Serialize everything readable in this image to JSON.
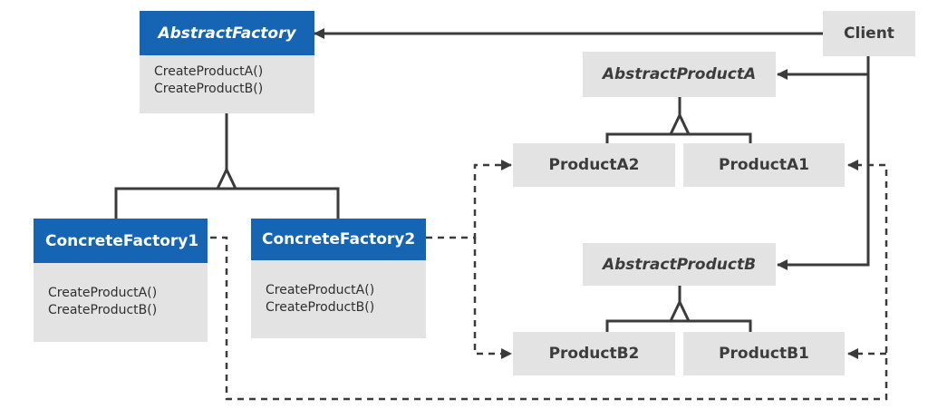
{
  "abstract_factory": {
    "name": "AbstractFactory",
    "operations": [
      "CreateProductA()",
      "CreateProductB()"
    ]
  },
  "concrete_factory_1": {
    "name": "ConcreteFactory1",
    "operations": [
      "CreateProductA()",
      "CreateProductB()"
    ]
  },
  "concrete_factory_2": {
    "name": "ConcreteFactory2",
    "operations": [
      "CreateProductA()",
      "CreateProductB()"
    ]
  },
  "client": {
    "name": "Client"
  },
  "abstract_product_a": {
    "name": "AbstractProductA"
  },
  "abstract_product_b": {
    "name": "AbstractProductB"
  },
  "product_a2": {
    "name": "ProductA2"
  },
  "product_a1": {
    "name": "ProductA1"
  },
  "product_b2": {
    "name": "ProductB2"
  },
  "product_b1": {
    "name": "ProductB1"
  },
  "colors": {
    "header_blue": "#1565b4",
    "box_gray": "#e3e3e3",
    "line_dark": "#3b3b3b"
  }
}
